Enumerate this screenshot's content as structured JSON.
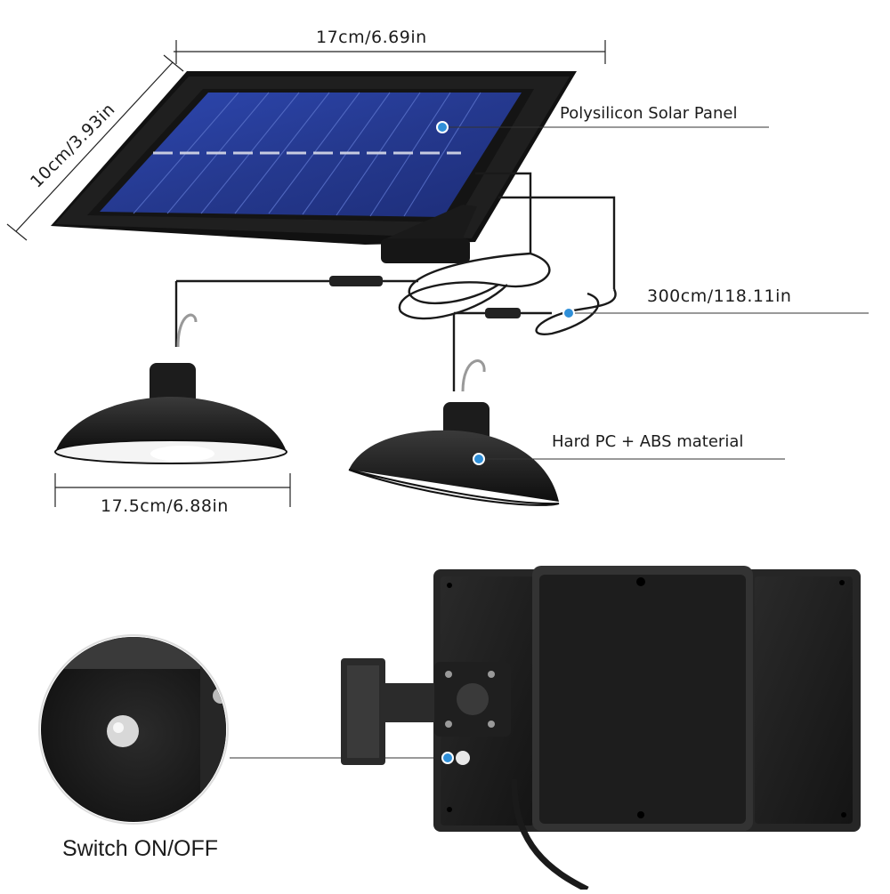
{
  "labels": {
    "panel_width": "17cm/6.69in",
    "panel_depth": "10cm/3.93in",
    "panel_type": "Polysilicon Solar Panel",
    "cable_length": "300cm/118.11in",
    "lamp_material": "Hard PC + ABS material",
    "lamp_width": "17.5cm/6.88in",
    "switch": "Switch ON/OFF"
  },
  "colors": {
    "cell_blue": "#2a3f9a",
    "frame": "#1b1b1b",
    "callout_dot": "#2f8fd8",
    "lamp_shade": "#1a1a1a",
    "lamp_inner": "#f4f4f4"
  },
  "icons": {
    "callout_marker": "blue-dot-icon"
  }
}
